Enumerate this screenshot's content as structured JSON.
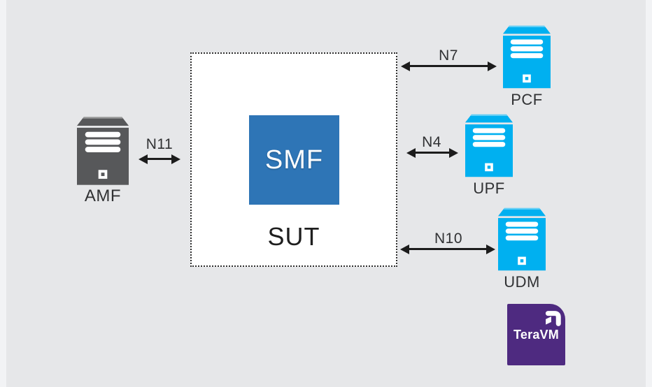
{
  "canvas": {
    "background": "#e6e7e9",
    "edge_strip": "#f2f3f5"
  },
  "colors": {
    "amf_gray": "#57585a",
    "node_cyan": "#00b0f0",
    "smf_blue": "#2e75b6",
    "teravm_purple": "#4e2a80",
    "arrow": "#1c1c1c",
    "node_label": "#303133",
    "sut_border": "#2e2e2e",
    "sut_fill": "#ffffff"
  },
  "sut_box": {
    "label": "SUT"
  },
  "smf_box": {
    "label": "SMF"
  },
  "nodes": [
    {
      "id": "amf",
      "label": "AMF",
      "icon": "server-icon"
    },
    {
      "id": "pcf",
      "label": "PCF",
      "icon": "server-icon"
    },
    {
      "id": "upf",
      "label": "UPF",
      "icon": "server-icon"
    },
    {
      "id": "udm",
      "label": "UDM",
      "icon": "server-icon"
    }
  ],
  "connectors": [
    {
      "id": "n11",
      "label": "N11",
      "from": "AMF",
      "to": "SUT"
    },
    {
      "id": "n7",
      "label": "N7",
      "from": "SUT",
      "to": "PCF"
    },
    {
      "id": "n4",
      "label": "N4",
      "from": "SUT",
      "to": "UPF"
    },
    {
      "id": "n10",
      "label": "N10",
      "from": "SUT",
      "to": "UDM"
    }
  ],
  "logo": {
    "label": "TeraVM",
    "icon": "corner-arrow-icon"
  }
}
